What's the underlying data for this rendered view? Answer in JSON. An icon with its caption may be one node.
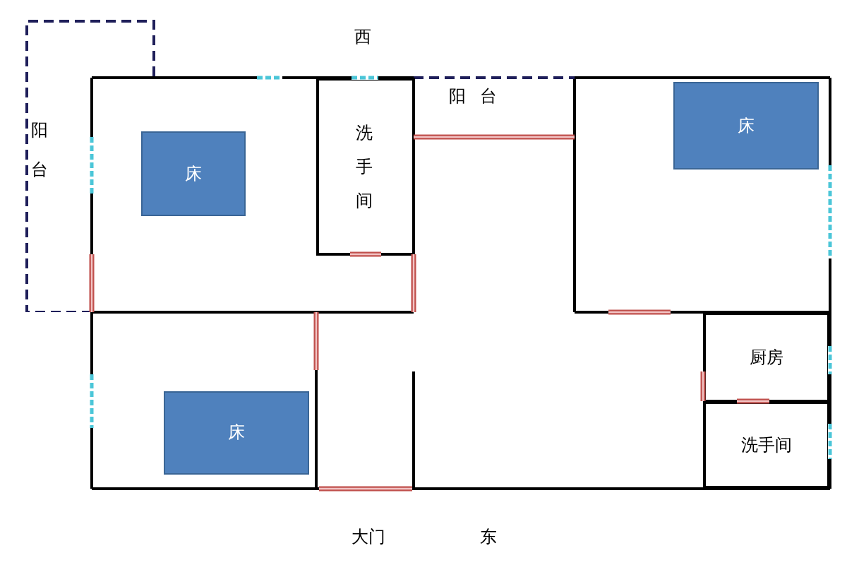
{
  "diagram": {
    "nodes": [
      {
        "text": [
          "阳台"
        ]
      },
      {
        "text": [
          "床"
        ]
      },
      {
        "text": [
          "洗手间"
        ]
      },
      {
        "text": [
          "床"
        ]
      },
      {
        "text": [
          "床"
        ]
      },
      {
        "text": [
          "厨房"
        ]
      },
      {
        "text": [
          "洗手间"
        ]
      }
    ],
    "labels": [
      "西",
      "阳台",
      "大门",
      "东"
    ]
  }
}
